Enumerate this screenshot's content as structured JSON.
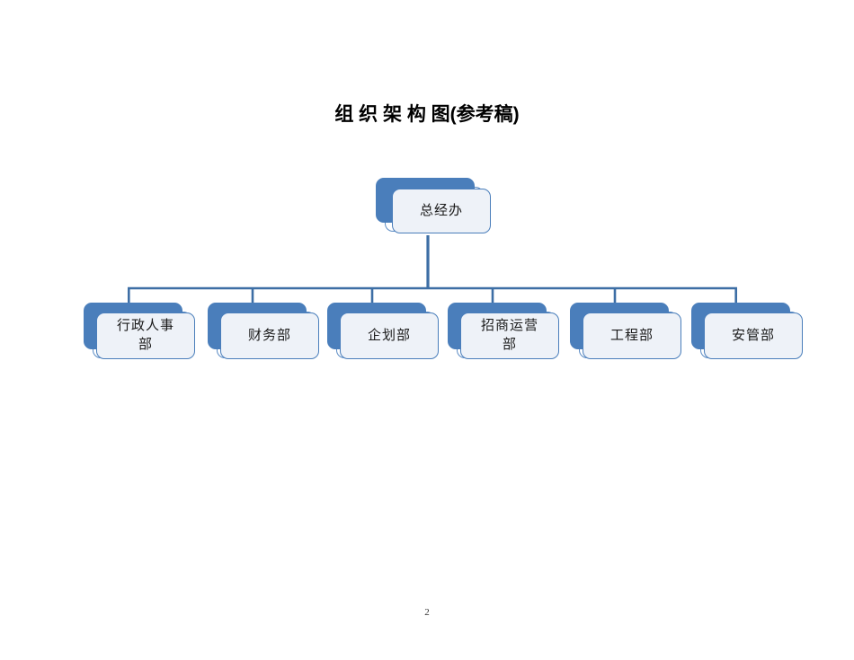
{
  "document": {
    "title": "组 织 架 构 图(参考稿)",
    "page_number": "2",
    "background_color": "#ffffff"
  },
  "theme": {
    "box_border_color": "#4a7ebb",
    "box_blue_fill": "#4a7ebb",
    "box_front_fill": "#eef2f8",
    "connector_color": "#3d6ea5",
    "text_color": "#1a1a1a"
  },
  "chart_data": {
    "type": "diagram",
    "diagram_type": "org-chart",
    "orientation": "top-down",
    "title": "组 织 架 构 图(参考稿)",
    "root": {
      "id": "gm-office",
      "label": "总经办"
    },
    "children": [
      {
        "id": "hr-admin",
        "label": "行政人事\n部"
      },
      {
        "id": "finance",
        "label": "财务部"
      },
      {
        "id": "planning",
        "label": "企划部"
      },
      {
        "id": "leasing-ops",
        "label": "招商运营\n部"
      },
      {
        "id": "engineering",
        "label": "工程部"
      },
      {
        "id": "security",
        "label": "安管部"
      }
    ],
    "edges": [
      {
        "from": "gm-office",
        "to": "hr-admin"
      },
      {
        "from": "gm-office",
        "to": "finance"
      },
      {
        "from": "gm-office",
        "to": "planning"
      },
      {
        "from": "gm-office",
        "to": "leasing-ops"
      },
      {
        "from": "gm-office",
        "to": "engineering"
      },
      {
        "from": "gm-office",
        "to": "security"
      }
    ]
  },
  "nodes": {
    "root": {
      "label": "总经办"
    },
    "level2": [
      {
        "label": "行政人事\n部"
      },
      {
        "label": "财务部"
      },
      {
        "label": "企划部"
      },
      {
        "label": "招商运营\n部"
      },
      {
        "label": "工程部"
      },
      {
        "label": "安管部"
      }
    ]
  }
}
